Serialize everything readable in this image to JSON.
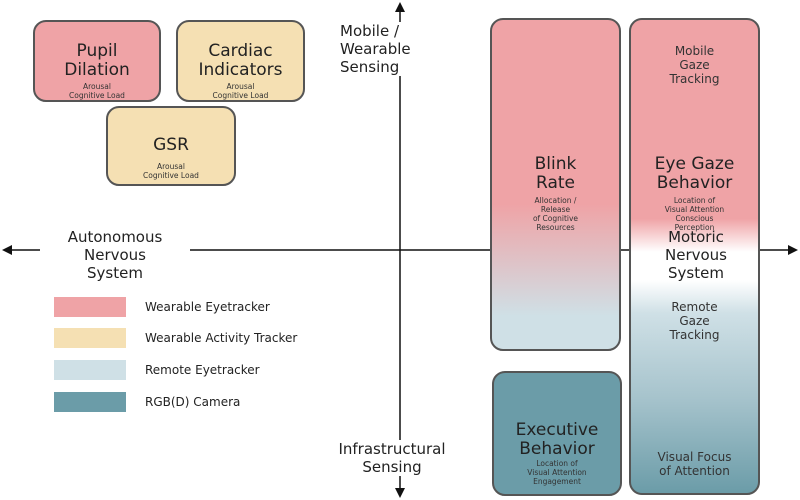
{
  "colors": {
    "wearable_eyetracker": "#efa3a6",
    "wearable_activity": "#f5e0b3",
    "remote_eyetracker": "#cfe0e6",
    "rgbd_camera": "#6b9ca8"
  },
  "axes": {
    "top": "Mobile /\nWearable\nSensing",
    "bottom": "Infrastructural\nSensing",
    "left": "Autonomous\nNervous\nSystem",
    "right": "Motoric\nNervous\nSystem"
  },
  "boxes": {
    "pupil": {
      "title": "Pupil\nDilation",
      "sub": "Arousal\nCognitive Load"
    },
    "cardiac": {
      "title": "Cardiac\nIndicators",
      "sub": "Arousal\nCognitive Load"
    },
    "gsr": {
      "title": "GSR",
      "sub": "Arousal\nCognitive Load"
    },
    "blink": {
      "title": "Blink\nRate",
      "sub": "Allocation /\nRelease\nof Cognitive\nResources"
    },
    "eyegaze": {
      "top_label": "Mobile\nGaze\nTracking",
      "title": "Eye Gaze\nBehavior",
      "sub": "Location of\nVisual Attention\nConscious\nPerception",
      "remote_label": "Remote\nGaze\nTracking",
      "bottom_label": "Visual Focus\nof Attention"
    },
    "executive": {
      "title": "Executive\nBehavior",
      "sub": "Location of\nVisual Attention\nEngagement"
    }
  },
  "legend": [
    {
      "label": "Wearable Eyetracker",
      "color": "#efa3a6"
    },
    {
      "label": "Wearable Activity Tracker",
      "color": "#f5e0b3"
    },
    {
      "label": "Remote Eyetracker",
      "color": "#cfe0e6"
    },
    {
      "label": "RGB(D) Camera",
      "color": "#6b9ca8"
    }
  ]
}
